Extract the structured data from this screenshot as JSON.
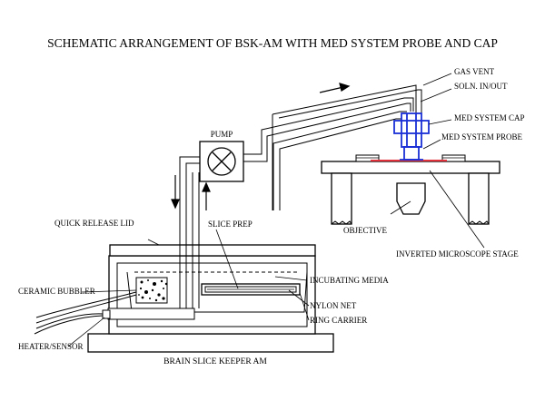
{
  "title": "SCHEMATIC ARRANGEMENT OF BSK-AM WITH MED SYSTEM PROBE AND CAP",
  "caption": "BRAIN SLICE KEEPER AM",
  "labels": {
    "gas_vent": "GAS VENT",
    "soln_in_out": "SOLN. IN/OUT",
    "med_system_cap": "MED SYSTEM CAP",
    "med_system_probe": "MED SYSTEM PROBE",
    "pump": "PUMP",
    "quick_release_lid": "QUICK RELEASE LID",
    "slice_prep": "SLICE PREP",
    "objective": "OBJECTIVE",
    "inverted_microscope_stage": "INVERTED MICROSCOPE STAGE",
    "ceramic_bubbler": "CERAMIC BUBBLER",
    "incubating_media": "INCUBATING MEDIA",
    "nylon_net": "NYLON NET",
    "heater_sensor": "HEATER/SENSOR",
    "ring_carrier": "RING CARRIER"
  },
  "colors": {
    "ink": "#000000",
    "med_system": "#1a2fd6",
    "probe_slice": "#e0303a"
  }
}
